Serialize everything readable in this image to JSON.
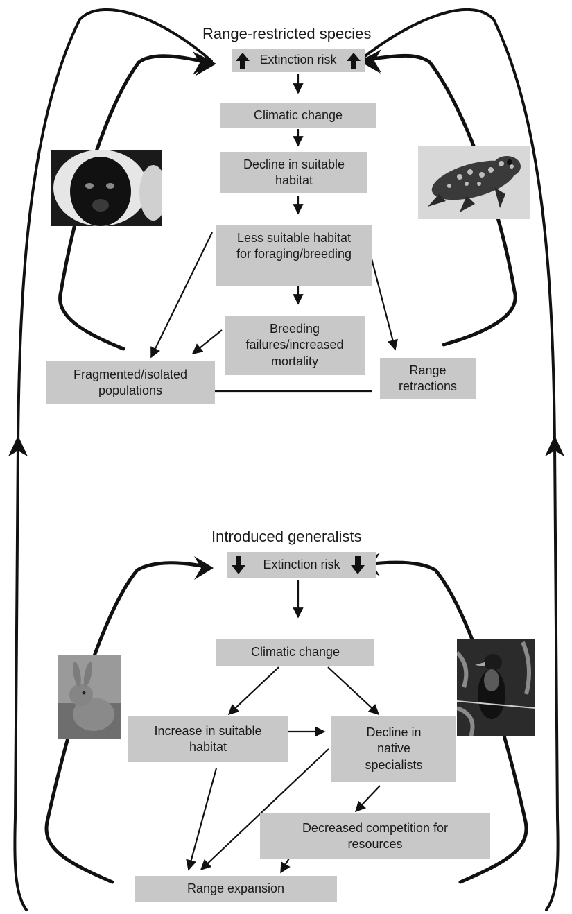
{
  "top": {
    "title": "Range-restricted species",
    "extinction_risk": "Extinction risk",
    "climatic_change": "Climatic change",
    "decline_habitat": "Decline in suitable\nhabitat",
    "less_habitat": "Less suitable habitat\nfor foraging/breeding",
    "breeding_failures": "Breeding\nfailures/increased\nmortality",
    "fragmented": "Fragmented/isolated\npopulations",
    "range_retractions": "Range\nretractions"
  },
  "bottom": {
    "title": "Introduced generalists",
    "extinction_risk": "Extinction risk",
    "climatic_change": "Climatic change",
    "increase_habitat": "Increase in suitable\nhabitat",
    "decline_specialists": "Decline in\nnative\nspecialists",
    "decreased_competition": "Decreased competition for\nresources",
    "range_expansion": "Range expansion"
  },
  "photos": {
    "lemur": "lemur-photo",
    "frog": "frog-photo",
    "rabbit": "rabbit-photo",
    "bird": "bird-photo"
  },
  "colors": {
    "box": "#c8c8c8",
    "line": "#111111"
  }
}
